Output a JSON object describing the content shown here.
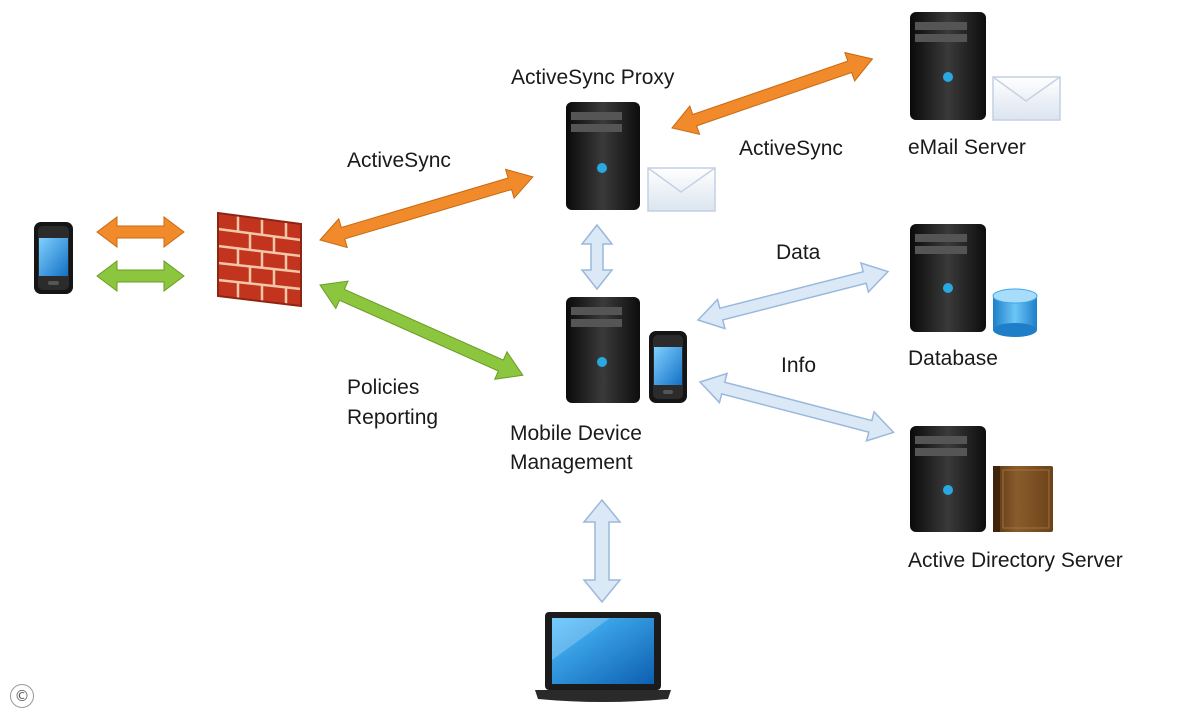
{
  "labels": {
    "activesync_proxy": "ActiveSync Proxy",
    "activesync_left": "ActiveSync",
    "activesync_right": "ActiveSync",
    "email_server": "eMail Server",
    "data": "Data",
    "database": "Database",
    "info": "Info",
    "policies": "Policies",
    "reporting": "Reporting",
    "mdm_line1": "Mobile Device",
    "mdm_line2": "Management",
    "active_directory": "Active Directory Server"
  },
  "copyright_symbol": "©",
  "colors": {
    "activesync_arrow": "#f08a2a",
    "policy_arrow": "#8cc63f",
    "data_arrow": "#c7daf0",
    "firewall": "#e84a2e",
    "server": "#1c1c1c",
    "server_led": "#29a9e0",
    "screen": "#2aa0e8",
    "envelope": "#e9eef6",
    "database": "#3ea6e6",
    "directory_book": "#7a4f22"
  },
  "icons": [
    "mobile-phone-icon",
    "firewall-icon",
    "server-icon",
    "envelope-icon",
    "database-icon",
    "directory-book-icon",
    "laptop-icon",
    "copyright-icon"
  ]
}
